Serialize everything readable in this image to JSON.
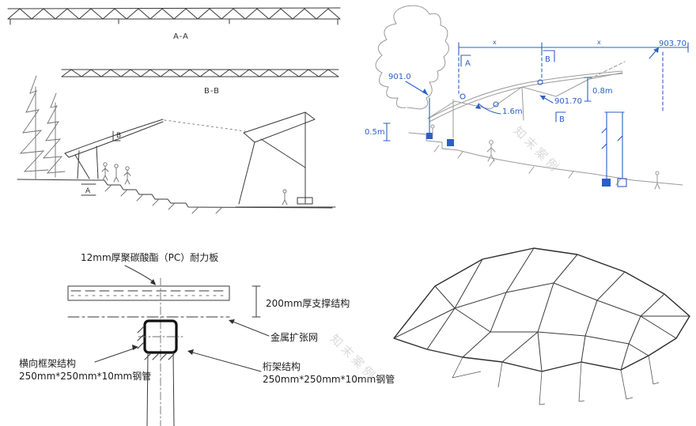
{
  "page": {
    "background": "#ffffff",
    "ink_blue": "#2b5fc7",
    "pencil_gray": "#9a9a9a",
    "sketch_dark": "#2e2e2e"
  },
  "watermark": {
    "text": "知末案例"
  },
  "top_left": {
    "section_a": "A-A",
    "section_b": "B-B",
    "marker_a": "A",
    "marker_b": "B"
  },
  "top_right": {
    "marker_a": "A",
    "marker_b": "B",
    "elev_left": "901.0",
    "elev_top": "903.70",
    "elev_mid": "901.70",
    "dim_08": "0.8m",
    "dim_16": "1.6m",
    "dim_05": "0.5m",
    "tick_mark": "x"
  },
  "detail": {
    "pc_board": "12mm厚聚碳酸酯（PC）耐力板",
    "support": "200mm厚支撑结构",
    "mesh": "金属扩张网",
    "frame_title": "横向框架结构",
    "frame_spec": "250mm*250mm*10mm钢管",
    "truss_title": "桁架结构",
    "truss_spec": "250mm*250mm*10mm钢管"
  }
}
